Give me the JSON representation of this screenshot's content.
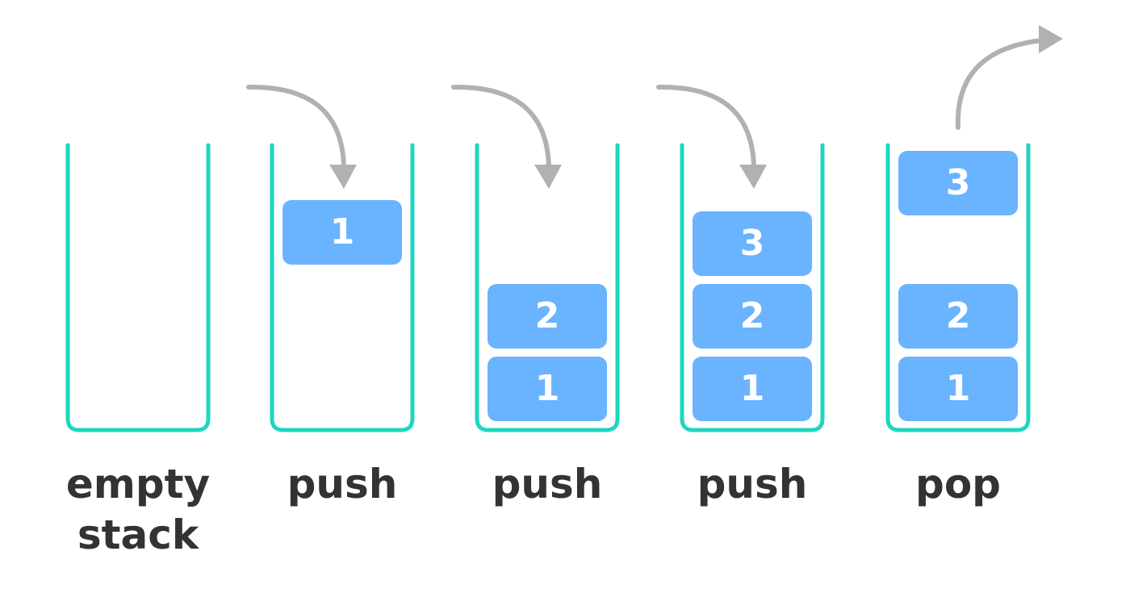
{
  "colors": {
    "container": "#1fd6bf",
    "block": "#6ab3ff",
    "block_text": "#ffffff",
    "arrow": "#b1b1b1",
    "label": "#333333"
  },
  "stacks": [
    {
      "label_lines": [
        "empty",
        "stack"
      ],
      "blocks": [],
      "arrow": "none"
    },
    {
      "label_lines": [
        "push"
      ],
      "blocks": [
        "1"
      ],
      "arrow": "in"
    },
    {
      "label_lines": [
        "push"
      ],
      "blocks": [
        "1",
        "2"
      ],
      "arrow": "in"
    },
    {
      "label_lines": [
        "push"
      ],
      "blocks": [
        "1",
        "2",
        "3"
      ],
      "arrow": "in"
    },
    {
      "label_lines": [
        "pop"
      ],
      "blocks": [
        "1",
        "2",
        "3"
      ],
      "arrow": "out"
    }
  ]
}
